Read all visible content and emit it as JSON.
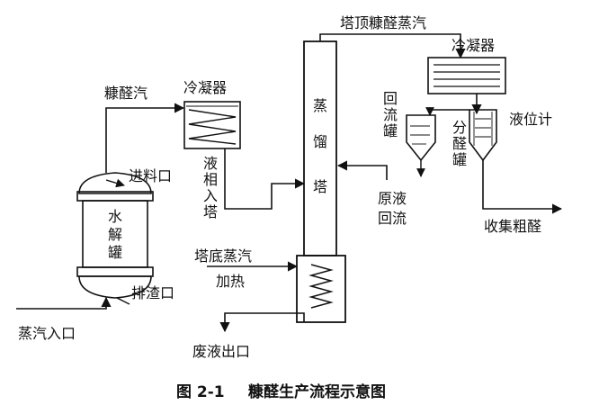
{
  "labels": {
    "furfural_vapor": "糠醛汽",
    "condenser_left": "冷凝器",
    "feed_inlet": "进料口",
    "hydrolysis_tank": "水解罐",
    "slag_outlet": "排渣口",
    "steam_inlet": "蒸汽入口",
    "liquid_into_tower": "液相入塔",
    "top_vapor": "塔顶糠醛蒸汽",
    "condenser_right": "冷凝器",
    "distillation_tower": "蒸馏塔",
    "reflux_tank": "回流罐",
    "raw_reflux": "原液回流",
    "separator_tank": "分醛罐",
    "level_gauge": "液位计",
    "collect_crude": "收集粗醛",
    "bottom_steam": "塔底蒸汽",
    "heating": "加热",
    "waste_outlet": "废液出口"
  },
  "caption": {
    "figure_no": "图 2-1",
    "title": "糠醛生产流程示意图"
  }
}
